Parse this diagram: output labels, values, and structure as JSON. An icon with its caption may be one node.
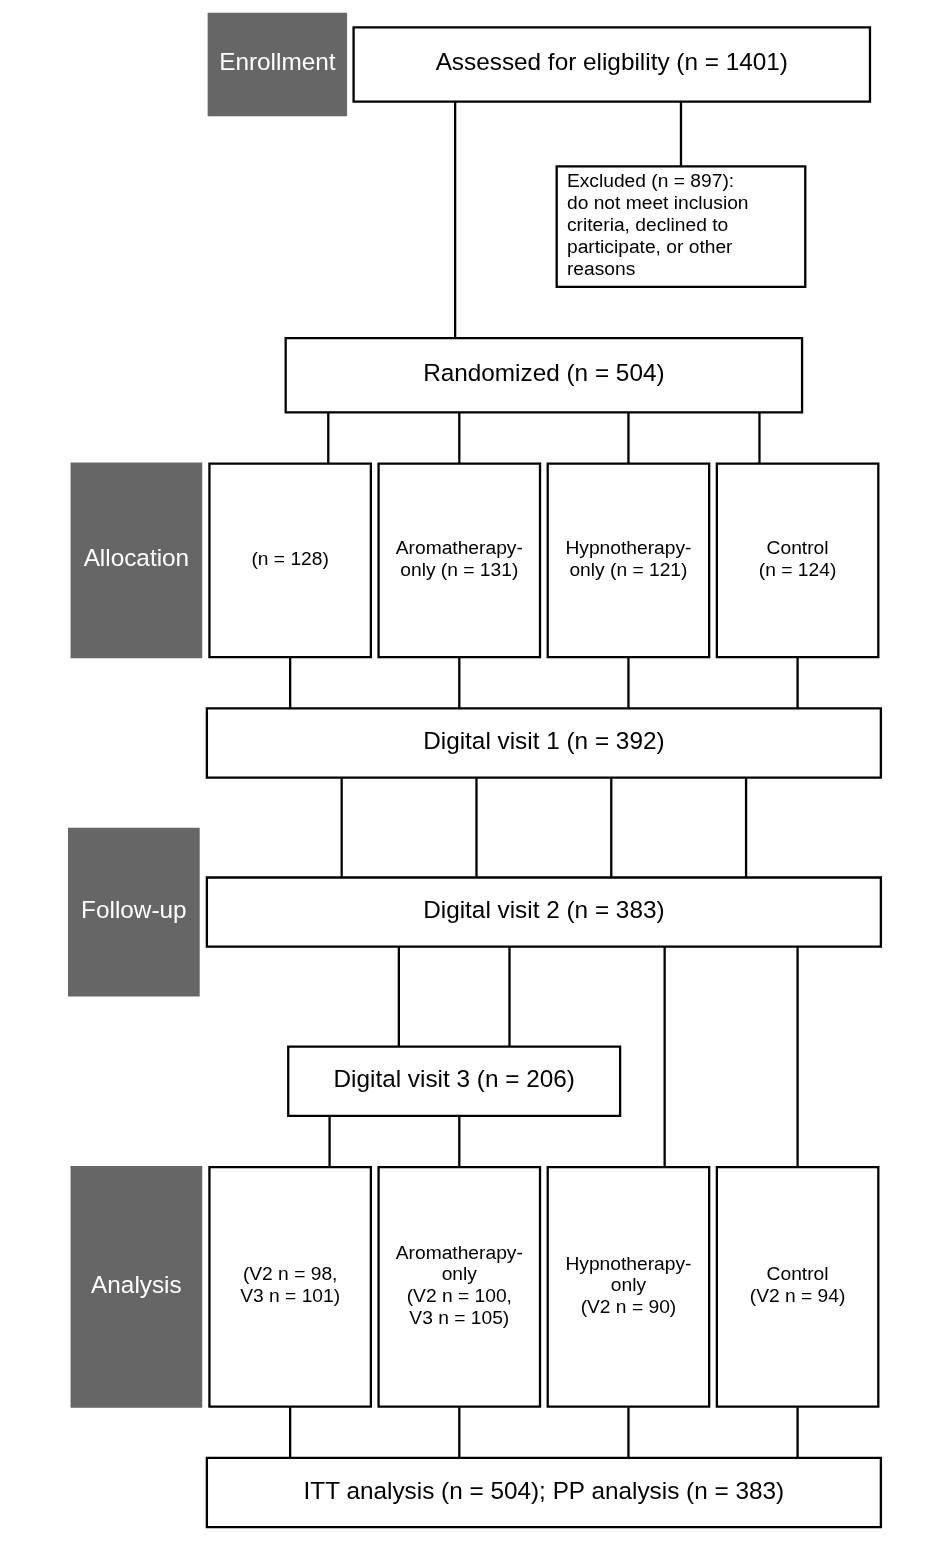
{
  "diagram": {
    "nodes": [
      {
        "text": [
          "Enrollment"
        ]
      },
      {
        "text": [
          "Assessed for eligbility (n = 1401)"
        ]
      },
      {
        "text": [
          "Excluded (n = 897): do not meet inclusion criteria, declined to participate, or other reasons"
        ]
      },
      {
        "text": [
          "Randomized (n = 504)"
        ]
      },
      {
        "text": [
          "Allocation"
        ]
      },
      {
        "text": [
          "(n = 128)"
        ]
      },
      {
        "text": [
          "Aromatherapy-only (n = 131)"
        ]
      },
      {
        "text": [
          "Hypnotherapy-only (n = 121)"
        ]
      },
      {
        "text": [
          "Control (n = 124)"
        ]
      },
      {
        "text": [
          "Follow-up"
        ]
      },
      {
        "text": [
          "Digital visit 1 (n = 392)"
        ]
      },
      {
        "text": [
          "Digital visit 2 (n = 383)"
        ]
      },
      {
        "text": [
          "Digital visit 3 (n = 206)"
        ]
      },
      {
        "text": [
          "Analysis"
        ]
      },
      {
        "text": [
          "(V2 n = 98, V3 n = 101)"
        ]
      },
      {
        "text": [
          "Aromatherapy-only (V2 n = 100, V3 n = 105)"
        ]
      },
      {
        "text": [
          "Hypnotherapy-only (V2 n = 90)"
        ]
      },
      {
        "text": [
          "Control (V2 n = 94)"
        ]
      },
      {
        "text": [
          "ITT analysis (n = 504); PP analysis (n = 383)"
        ]
      }
    ],
    "edges": [
      {
        "from": 1,
        "to": 3,
        "arrow": "none"
      },
      {
        "from": 1,
        "to": 2,
        "arrow": "none"
      },
      {
        "from": 3,
        "to": 5,
        "arrow": "none"
      },
      {
        "from": 3,
        "to": 6,
        "arrow": "none"
      },
      {
        "from": 3,
        "to": 7,
        "arrow": "none"
      },
      {
        "from": 3,
        "to": 8,
        "arrow": "none"
      },
      {
        "from": 5,
        "to": 10,
        "arrow": "none"
      },
      {
        "from": 6,
        "to": 10,
        "arrow": "none"
      },
      {
        "from": 7,
        "to": 10,
        "arrow": "none"
      },
      {
        "from": 8,
        "to": 10,
        "arrow": "none"
      },
      {
        "from": 10,
        "to": 11,
        "arrow": "none"
      },
      {
        "from": 10,
        "to": 11,
        "arrow": "none"
      },
      {
        "from": 10,
        "to": 11,
        "arrow": "none"
      },
      {
        "from": 10,
        "to": 11,
        "arrow": "none"
      },
      {
        "from": 11,
        "to": 12,
        "arrow": "none"
      },
      {
        "from": 11,
        "to": 12,
        "arrow": "none"
      },
      {
        "from": 11,
        "to": 16,
        "arrow": "none"
      },
      {
        "from": 11,
        "to": 17,
        "arrow": "none"
      },
      {
        "from": 12,
        "to": 14,
        "arrow": "none"
      },
      {
        "from": 12,
        "to": 15,
        "arrow": "none"
      },
      {
        "from": 14,
        "to": 18,
        "arrow": "none"
      },
      {
        "from": 15,
        "to": 18,
        "arrow": "none"
      },
      {
        "from": 16,
        "to": 18,
        "arrow": "none"
      },
      {
        "from": 17,
        "to": 18,
        "arrow": "none"
      }
    ]
  }
}
